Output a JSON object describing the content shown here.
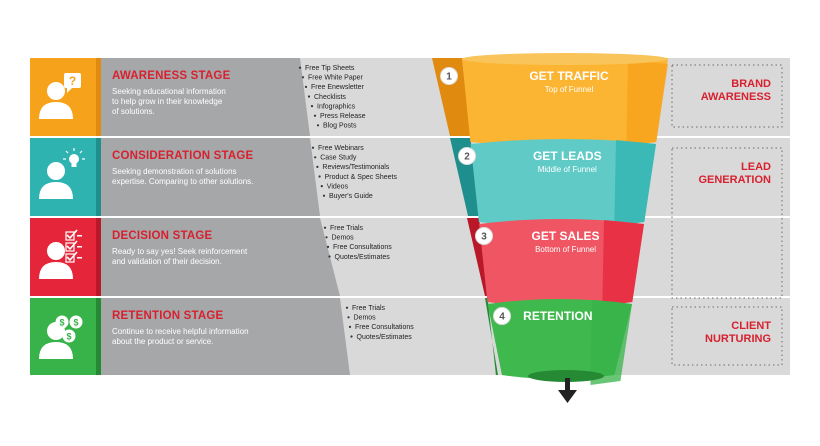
{
  "colors": {
    "awareness": "#f7a21b",
    "consideration": "#2fb3b1",
    "decision": "#e5263a",
    "retention": "#37b34a",
    "panel_gray": "#a6a7a9",
    "light_gray": "#d9d9d9",
    "accent_red": "#d8202f"
  },
  "stages": [
    {
      "title": "AWARENESS STAGE",
      "description": [
        "Seeking educational information",
        "to help grow in their knowledge",
        "of solutions."
      ],
      "icon": "question-bubble-icon",
      "tactics": [
        "Free Tip Sheets",
        "Free White Paper",
        "Free Enewsletter",
        "Checklists",
        "Infographics",
        "Press Release",
        "Blog Posts"
      ]
    },
    {
      "title": "CONSIDERATION STAGE",
      "description": [
        "Seeking demonstration of solutions",
        "expertise. Comparing to other solutions."
      ],
      "icon": "lightbulb-icon",
      "tactics": [
        "Free Webinars",
        "Case Study",
        "Reviews/Testimonials",
        "Product & Spec Sheets",
        "Videos",
        "Buyer's Guide"
      ]
    },
    {
      "title": "DECISION STAGE",
      "description": [
        "Ready to say yes! Seek reinforcement",
        "and validation of their decision."
      ],
      "icon": "checklist-icon",
      "tactics": [
        "Free Trials",
        "Demos",
        "Free Consultations",
        "Quotes/Estimates"
      ]
    },
    {
      "title": "RETENTION STAGE",
      "description": [
        "Continue to receive helpful information",
        "about the product or service."
      ],
      "icon": "dollar-coins-icon",
      "tactics": [
        "Free Trials",
        "Demos",
        "Free Consultations",
        "Quotes/Estimates"
      ]
    }
  ],
  "funnel": [
    {
      "number": "1",
      "title": "GET TRAFFIC",
      "subtitle": "Top of Funnel"
    },
    {
      "number": "2",
      "title": "GET LEADS",
      "subtitle": "Middle of Funnel"
    },
    {
      "number": "3",
      "title": "GET SALES",
      "subtitle": "Bottom of Funnel"
    },
    {
      "number": "4",
      "title": "RETENTION",
      "subtitle": ""
    }
  ],
  "outcomes": [
    [
      "BRAND",
      "AWARENESS"
    ],
    [
      "LEAD",
      "GENERATION"
    ],
    [],
    [
      "CLIENT",
      "NURTURING"
    ]
  ],
  "arrow_icon": "down-arrow-icon"
}
